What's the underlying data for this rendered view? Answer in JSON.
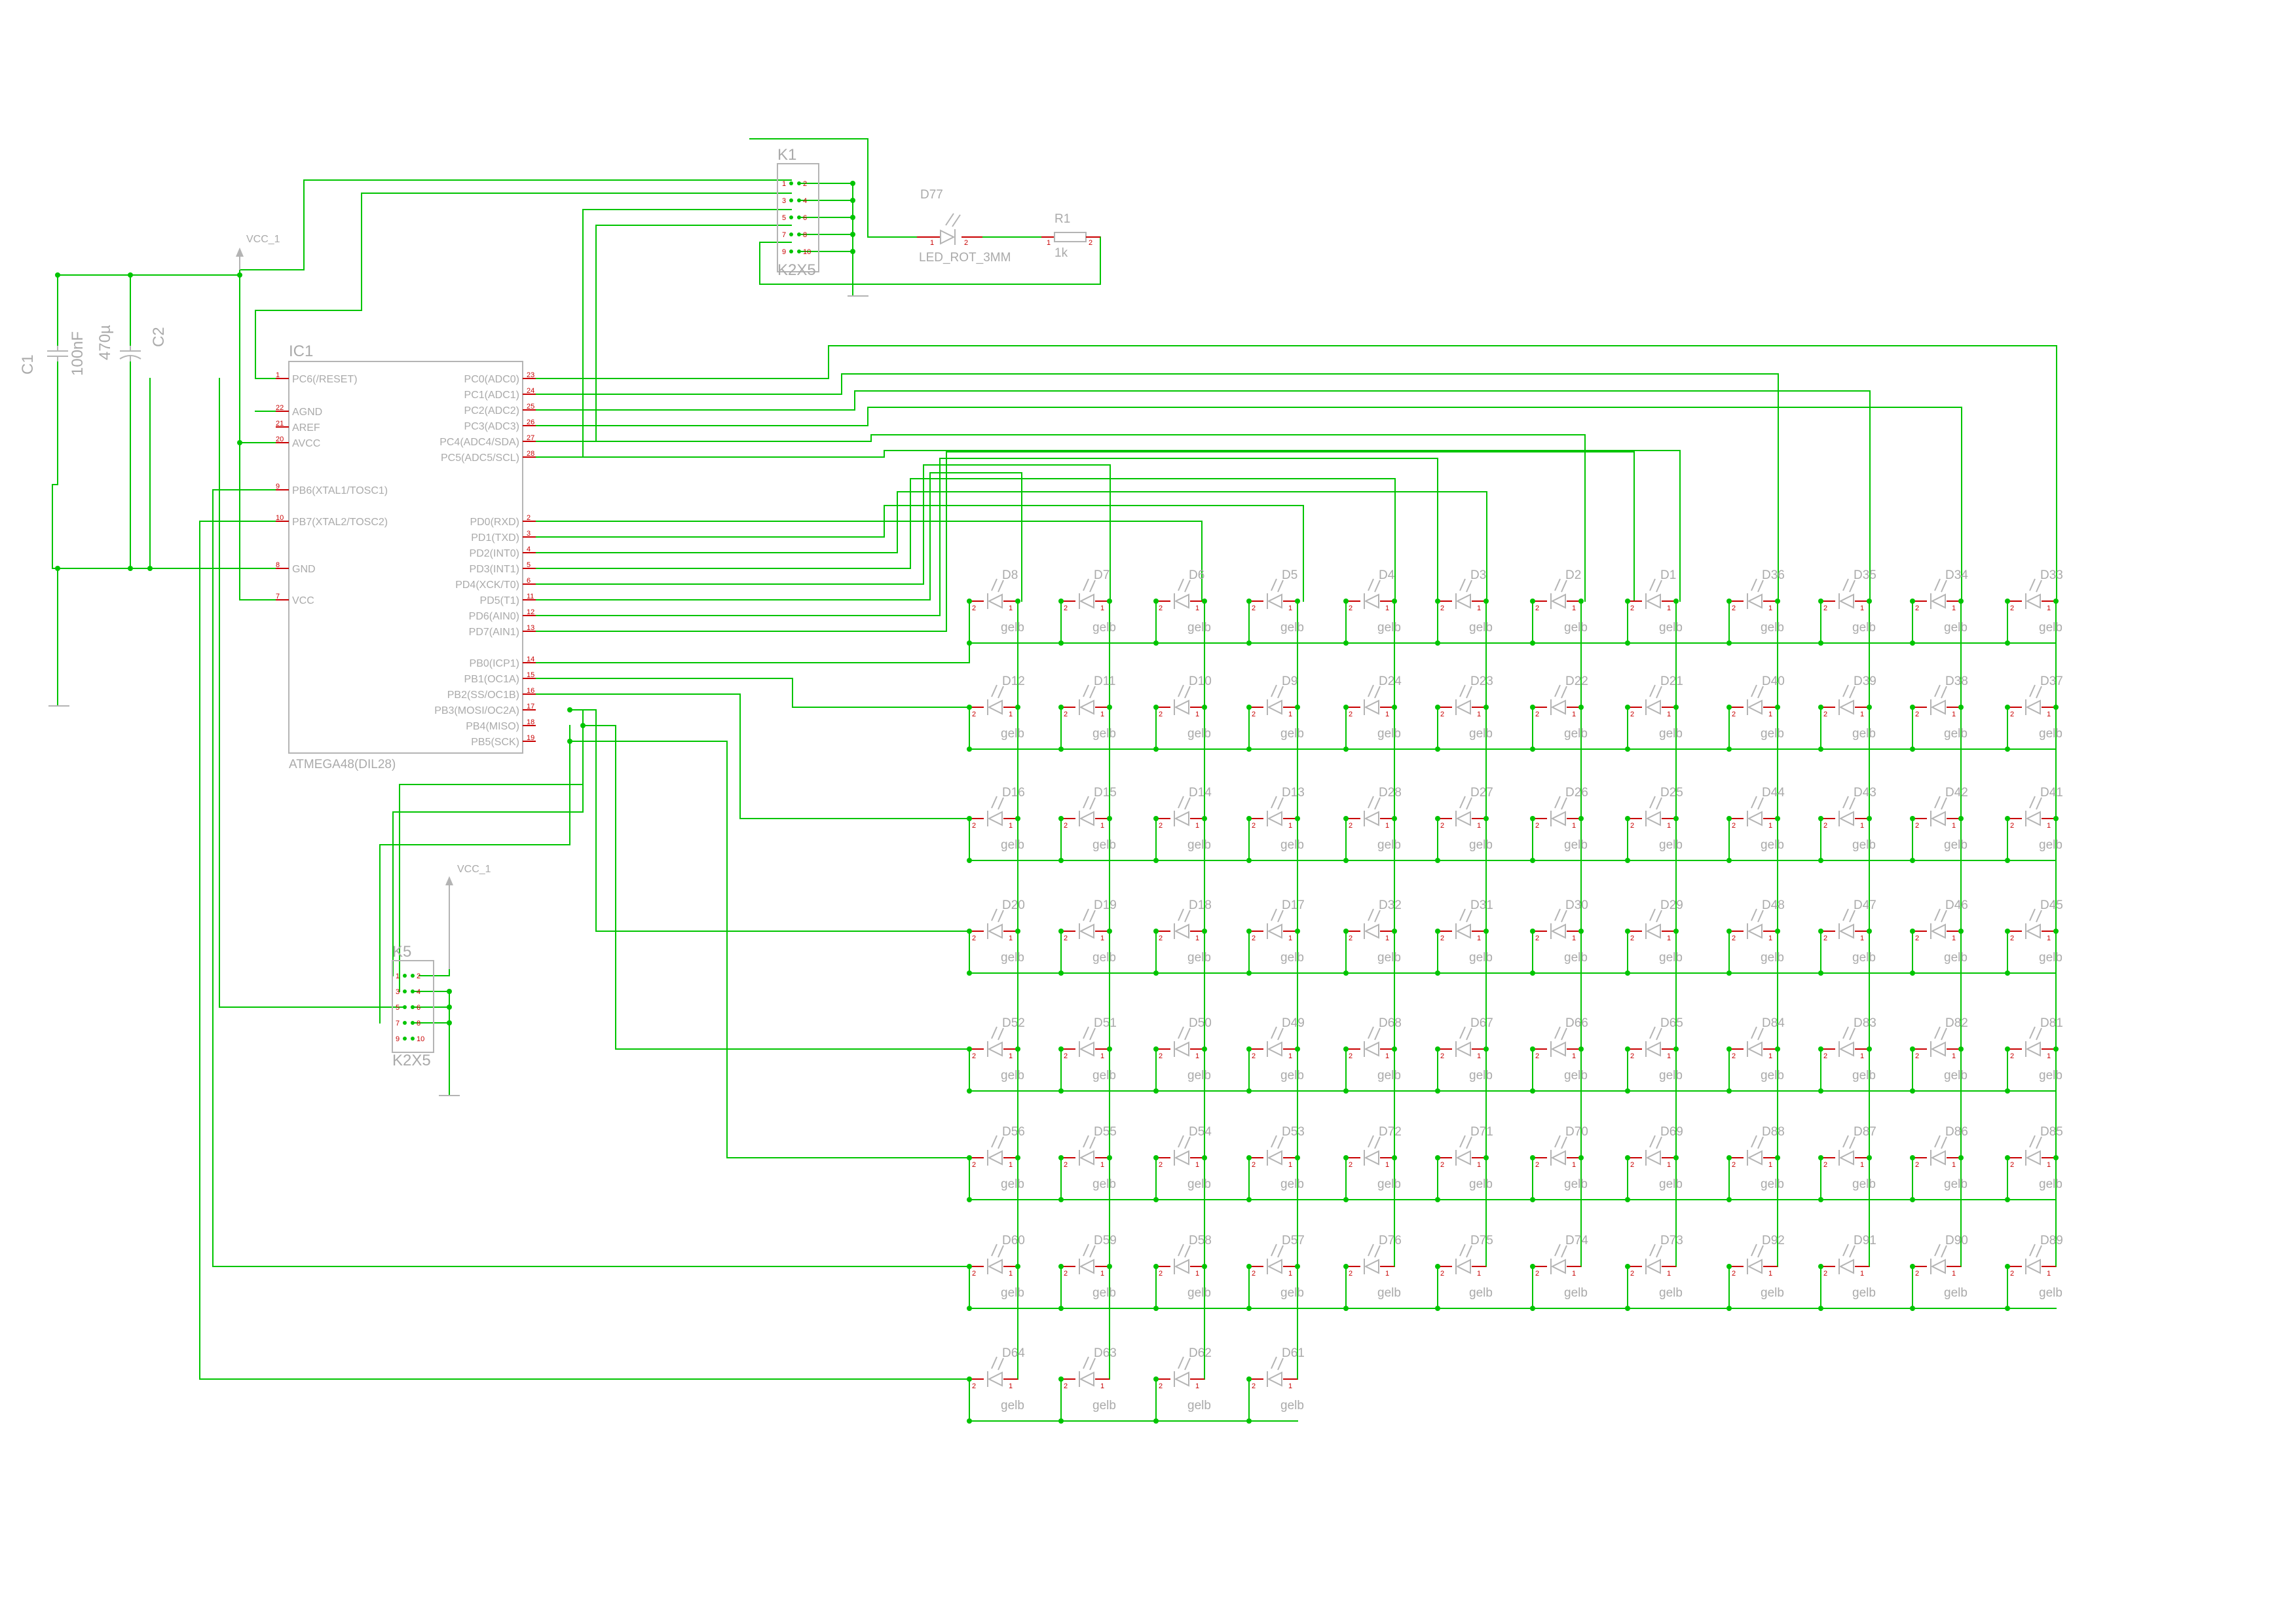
{
  "mcu": {
    "ref": "IC1",
    "value": "ATMEGA48(DIL28)",
    "pins_left": [
      {
        "label": "PC6(/RESET)",
        "num": "1"
      },
      {
        "label": "AGND",
        "num": "22"
      },
      {
        "label": "AREF",
        "num": "21"
      },
      {
        "label": "AVCC",
        "num": "20"
      },
      {
        "label": "PB6(XTAL1/TOSC1)",
        "num": "9"
      },
      {
        "label": "PB7(XTAL2/TOSC2)",
        "num": "10"
      },
      {
        "label": "GND",
        "num": "8"
      },
      {
        "label": "VCC",
        "num": "7"
      }
    ],
    "pins_right": [
      {
        "label": "PC0(ADC0)",
        "num": "23"
      },
      {
        "label": "PC1(ADC1)",
        "num": "24"
      },
      {
        "label": "PC2(ADC2)",
        "num": "25"
      },
      {
        "label": "PC3(ADC3)",
        "num": "26"
      },
      {
        "label": "PC4(ADC4/SDA)",
        "num": "27"
      },
      {
        "label": "PC5(ADC5/SCL)",
        "num": "28"
      },
      {
        "label": "PD0(RXD)",
        "num": "2"
      },
      {
        "label": "PD1(TXD)",
        "num": "3"
      },
      {
        "label": "PD2(INT0)",
        "num": "4"
      },
      {
        "label": "PD3(INT1)",
        "num": "5"
      },
      {
        "label": "PD4(XCK/T0)",
        "num": "6"
      },
      {
        "label": "PD5(T1)",
        "num": "11"
      },
      {
        "label": "PD6(AIN0)",
        "num": "12"
      },
      {
        "label": "PD7(AIN1)",
        "num": "13"
      },
      {
        "label": "PB0(ICP1)",
        "num": "14"
      },
      {
        "label": "PB1(OC1A)",
        "num": "15"
      },
      {
        "label": "PB2(SS/OC1B)",
        "num": "16"
      },
      {
        "label": "PB3(MOSI/OC2A)",
        "num": "17"
      },
      {
        "label": "PB4(MISO)",
        "num": "18"
      },
      {
        "label": "PB5(SCK)",
        "num": "19"
      }
    ]
  },
  "capacitors": [
    {
      "ref": "C1",
      "value": "100nF"
    },
    {
      "ref": "C2",
      "value": "470µ"
    }
  ],
  "connectors": [
    {
      "ref": "K1",
      "value": "K2X5",
      "pins": [
        "1",
        "2",
        "3",
        "4",
        "5",
        "6",
        "7",
        "8",
        "9",
        "10"
      ]
    },
    {
      "ref": "K5",
      "value": "K2X5",
      "pins": [
        "1",
        "2",
        "3",
        "4",
        "5",
        "6",
        "7",
        "8",
        "9",
        "10"
      ]
    }
  ],
  "supply_labels": [
    "VCC_1",
    "VCC_1"
  ],
  "status_led": {
    "ref": "D77",
    "value": "LED_ROT_3MM",
    "pin1": "1",
    "pin2": "2"
  },
  "resistor": {
    "ref": "R1",
    "value": "1k",
    "pin1": "1",
    "pin2": "2"
  },
  "led_value": "gelb",
  "led_pin_left": "2",
  "led_pin_right": "1",
  "led_matrix": [
    [
      "D8",
      "D7",
      "D6",
      "D5",
      "D4",
      "D3",
      "D2",
      "D1",
      "D36",
      "D35",
      "D34",
      "D33"
    ],
    [
      "D12",
      "D11",
      "D10",
      "D9",
      "D24",
      "D23",
      "D22",
      "D21",
      "D40",
      "D39",
      "D38",
      "D37"
    ],
    [
      "D16",
      "D15",
      "D14",
      "D13",
      "D28",
      "D27",
      "D26",
      "D25",
      "D44",
      "D43",
      "D42",
      "D41"
    ],
    [
      "D20",
      "D19",
      "D18",
      "D17",
      "D32",
      "D31",
      "D30",
      "D29",
      "D48",
      "D47",
      "D46",
      "D45"
    ],
    [
      "D52",
      "D51",
      "D50",
      "D49",
      "D68",
      "D67",
      "D66",
      "D65",
      "D84",
      "D83",
      "D82",
      "D81"
    ],
    [
      "D56",
      "D55",
      "D54",
      "D53",
      "D72",
      "D71",
      "D70",
      "D69",
      "D88",
      "D87",
      "D86",
      "D85"
    ],
    [
      "D60",
      "D59",
      "D58",
      "D57",
      "D76",
      "D75",
      "D74",
      "D73",
      "D92",
      "D91",
      "D90",
      "D89"
    ],
    [
      "D64",
      "D63",
      "D62",
      "D61"
    ]
  ],
  "colors": {
    "wire": "#00c400",
    "part": "#b4b4b4",
    "pin": "#c80000",
    "text": "#aaaaaa"
  }
}
